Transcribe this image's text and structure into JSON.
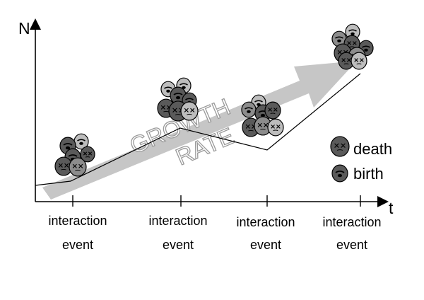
{
  "axes": {
    "y_label": "N",
    "x_label": "t"
  },
  "growth_label": {
    "line1": "GROWTH",
    "line2": "RATE"
  },
  "events": [
    {
      "line1": "interaction",
      "line2": "event"
    },
    {
      "line1": "interaction",
      "line2": "event"
    },
    {
      "line1": "interaction",
      "line2": "event"
    },
    {
      "line1": "interaction",
      "line2": "event"
    }
  ],
  "legend": {
    "death": "death",
    "birth": "birth"
  },
  "colors": {
    "dark_cell": "#5a5a5a",
    "mid_cell": "#8c8c8c",
    "light_cell": "#bdbdbd",
    "arrow": "#c4c4c4"
  },
  "icons": {
    "death": "dead-cell-icon",
    "birth": "born-cell-icon"
  }
}
